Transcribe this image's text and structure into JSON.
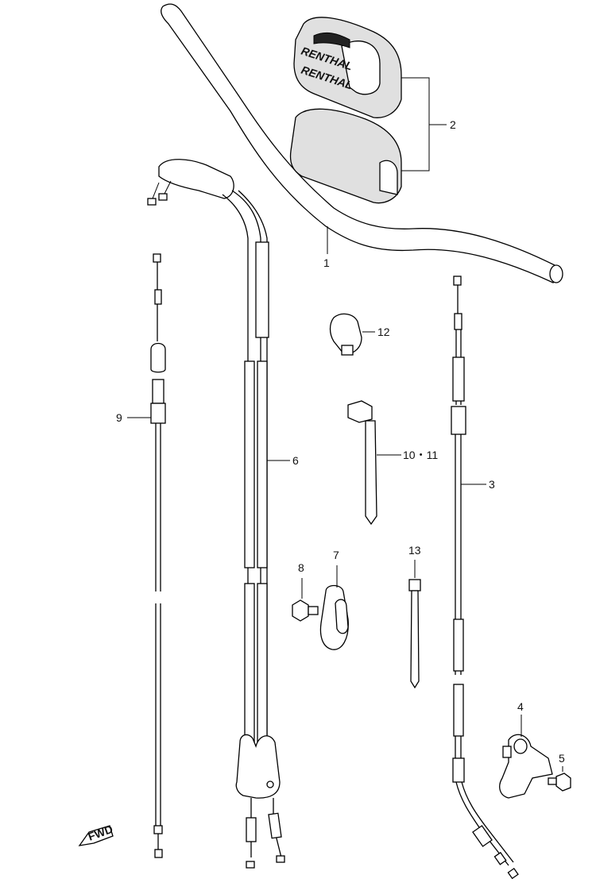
{
  "callouts": {
    "c1": "1",
    "c2": "2",
    "c3": "3",
    "c4": "4",
    "c5": "5",
    "c6": "6",
    "c7": "7",
    "c8": "8",
    "c9": "9",
    "c10_11": "10・11",
    "c12": "12",
    "c13": "13"
  },
  "pad_brand": "RENTHAL",
  "pad_brand_2": "RENTHAL",
  "fwd_label": "FWD"
}
